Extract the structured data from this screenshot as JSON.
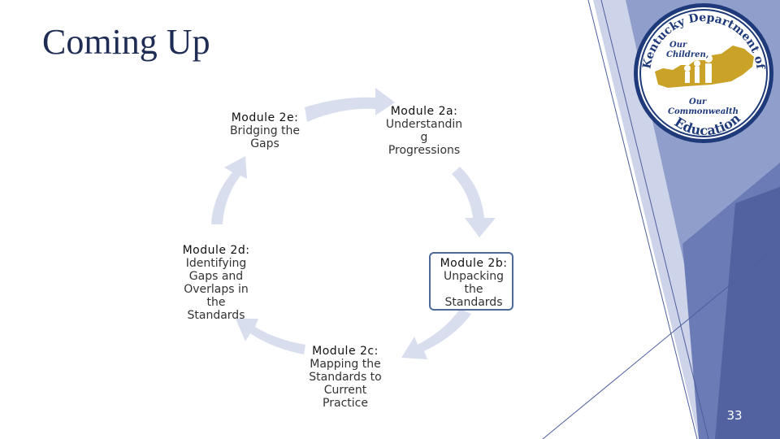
{
  "slide": {
    "title": "Coming Up",
    "page_number": "33",
    "accent_colors": {
      "light_blue": "#d9deef",
      "mid_blue": "#8798c6",
      "dark_blue": "#5b6ba8",
      "gold": "#c9a227",
      "navy": "#1f2d54"
    }
  },
  "logo": {
    "arc_top": "Kentucky Department of",
    "line1": "Our",
    "line2": "Children,",
    "line3": "Our",
    "line4": "Commonwealth",
    "arc_bottom": "Education"
  },
  "modules": [
    {
      "heading": "Module 2a:",
      "desc": "Understandin g Progressions",
      "desc_lines": [
        "Understandin",
        "g",
        "Progressions"
      ]
    },
    {
      "heading": "Module 2b:",
      "desc_lines": [
        "Unpacking",
        "the",
        "Standards"
      ]
    },
    {
      "heading": "Module 2c:",
      "desc_lines": [
        "Mapping the",
        "Standards to",
        "Current",
        "Practice"
      ]
    },
    {
      "heading": "Module 2d:",
      "desc_lines": [
        "Identifying",
        "Gaps and",
        "Overlaps in",
        "the",
        "Standards"
      ]
    },
    {
      "heading": "Module 2e:",
      "desc_lines": [
        "Bridging the",
        "Gaps"
      ]
    }
  ]
}
